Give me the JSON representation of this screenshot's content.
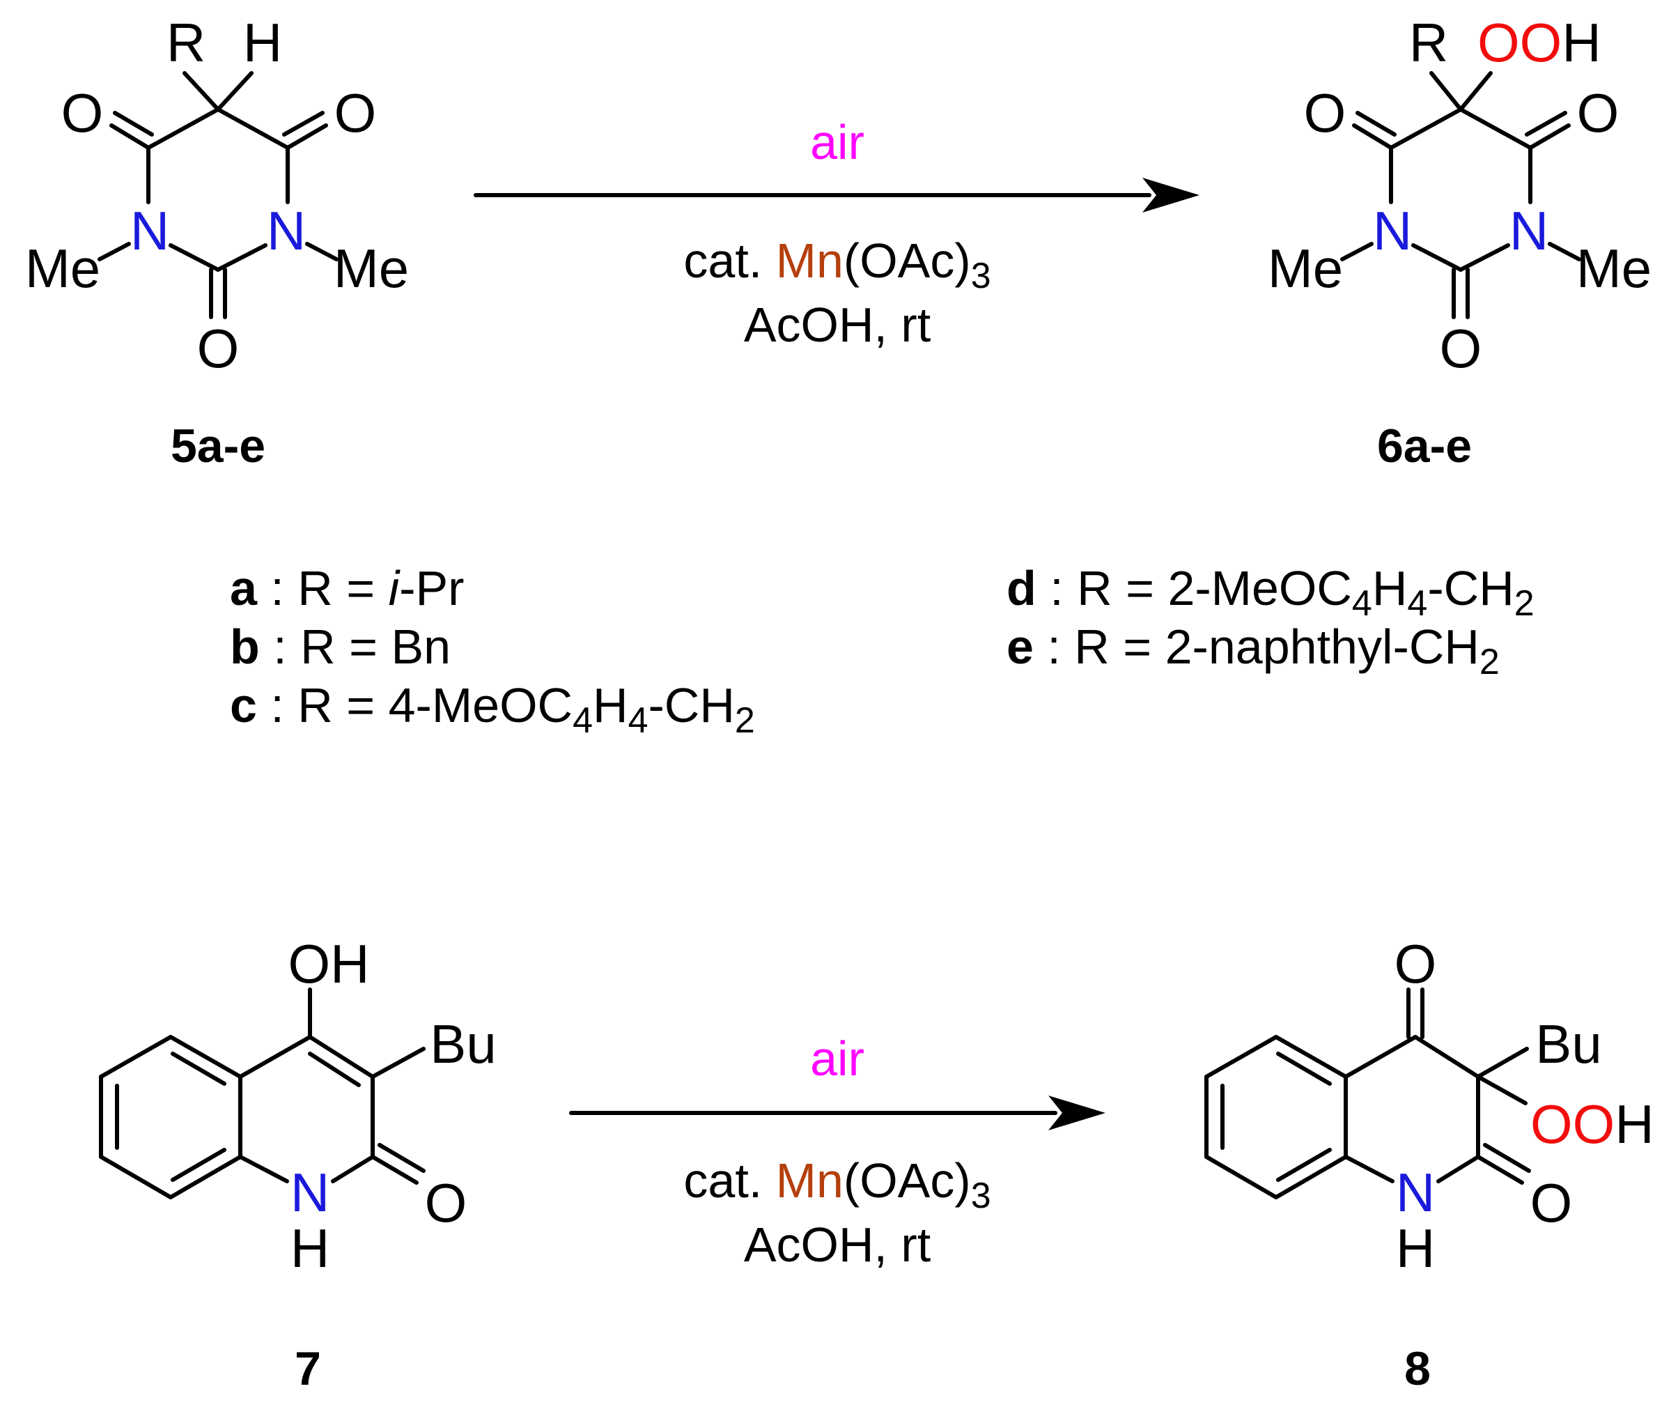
{
  "colors": {
    "nitrogen": "#1a1adc",
    "oxygen_highlight": "#f20d0d",
    "air_reagent": "#ff00ff",
    "manganese": "#b5400d",
    "default": "#000000"
  },
  "reaction1": {
    "reactant": {
      "label": "5a-e",
      "atoms": {
        "r": "R",
        "h": "H",
        "o_left": "O",
        "o_right": "O",
        "o_bottom": "O",
        "n_left": "N",
        "n_right": "N",
        "me_left": "Me",
        "me_right": "Me"
      }
    },
    "conditions": {
      "above": "air",
      "cat_prefix": "cat. ",
      "metal": "Mn",
      "ligand": "(OAc)",
      "ligand_count": "3",
      "solvent": "AcOH, rt"
    },
    "product": {
      "label": "6a-e",
      "atoms": {
        "r": "R",
        "ooh": "OO",
        "ooh_h": "H",
        "o_left": "O",
        "o_right": "O",
        "o_bottom": "O",
        "n_left": "N",
        "n_right": "N",
        "me_left": "Me",
        "me_right": "Me"
      }
    }
  },
  "substituents": [
    {
      "key": "a",
      "sep": " : R = ",
      "parts": [
        {
          "t": "i",
          "italic": true
        },
        {
          "t": "-Pr"
        }
      ]
    },
    {
      "key": "b",
      "sep": " : R = ",
      "parts": [
        {
          "t": "Bn"
        }
      ]
    },
    {
      "key": "c",
      "sep": " : R = ",
      "parts": [
        {
          "t": "4-MeOC"
        },
        {
          "t": "4",
          "sub": true
        },
        {
          "t": "H"
        },
        {
          "t": "4",
          "sub": true
        },
        {
          "t": "-CH"
        },
        {
          "t": "2",
          "sub": true
        }
      ]
    },
    {
      "key": "d",
      "sep": " : R = ",
      "parts": [
        {
          "t": "2-MeOC"
        },
        {
          "t": "4",
          "sub": true
        },
        {
          "t": "H"
        },
        {
          "t": "4",
          "sub": true
        },
        {
          "t": "-CH"
        },
        {
          "t": "2",
          "sub": true
        }
      ]
    },
    {
      "key": "e",
      "sep": " : R = ",
      "parts": [
        {
          "t": "2-naphthyl-CH"
        },
        {
          "t": "2",
          "sub": true
        }
      ]
    }
  ],
  "reaction2": {
    "reactant": {
      "label": "7",
      "atoms": {
        "oh": "OH",
        "bu": "Bu",
        "o": "O",
        "n": "N",
        "nh_h": "H"
      }
    },
    "conditions": {
      "above": "air",
      "cat_prefix": "cat. ",
      "metal": "Mn",
      "ligand": "(OAc)",
      "ligand_count": "3",
      "solvent": "AcOH, rt"
    },
    "product": {
      "label": "8",
      "atoms": {
        "o_top": "O",
        "bu": "Bu",
        "ooh": "OO",
        "ooh_h": "H",
        "o": "O",
        "n": "N",
        "nh_h": "H"
      }
    }
  }
}
